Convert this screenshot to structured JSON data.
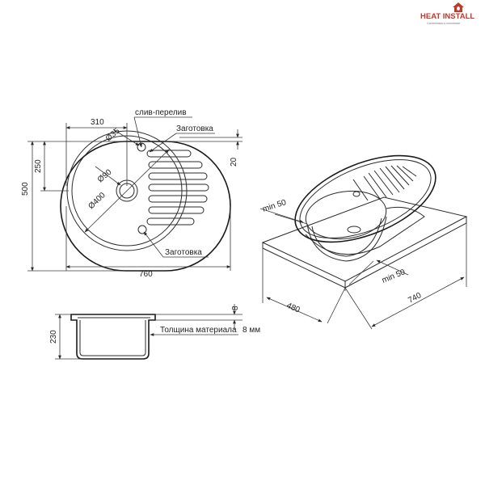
{
  "brand": {
    "name": "HEAT INSTALL",
    "tagline": "Сантехника и отопление",
    "color": "#c0392b"
  },
  "top_view": {
    "dim_width_total": "760",
    "dim_bowl_offset": "310",
    "dim_height_total": "500",
    "dim_bowl_center": "250",
    "dim_offset_right": "20",
    "dia_overflow": "Ø35",
    "dia_drain": "Ø90",
    "dia_bowl": "Ø400",
    "label_overflow": "слив-перелив",
    "label_blank_top": "Заготовка",
    "label_blank_bottom": "Заготовка"
  },
  "side_view": {
    "dim_depth": "230",
    "dim_rim": "8",
    "material_label": "Толщина материала",
    "material_value": "8 мм"
  },
  "iso_view": {
    "dim_min_top": "min 50",
    "dim_min_side": "min 50",
    "dim_depth": "480",
    "dim_length": "740"
  }
}
